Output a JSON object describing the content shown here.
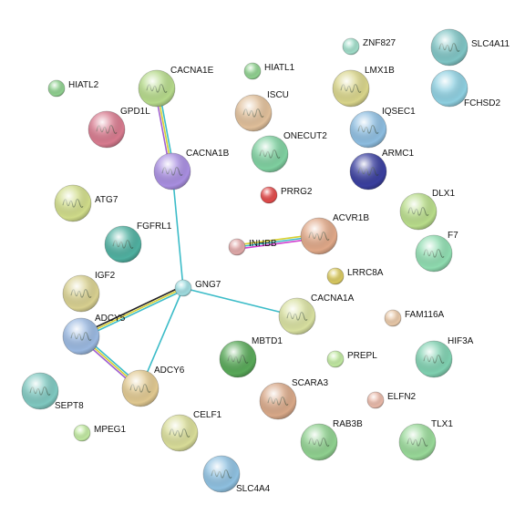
{
  "nodes": [
    {
      "id": "HIATL2",
      "label": "HIATL2",
      "color": "#8fd08f",
      "size": "small"
    },
    {
      "id": "CACNA1E",
      "label": "CACNA1E",
      "color": "#b5d98a",
      "size": "large",
      "has_structure": true
    },
    {
      "id": "HIATL1",
      "label": "HIATL1",
      "color": "#8fd08f",
      "size": "small"
    },
    {
      "id": "ZNF827",
      "label": "ZNF827",
      "color": "#9fdcc8",
      "size": "small"
    },
    {
      "id": "SLC4A11",
      "label": "SLC4A11",
      "color": "#7fc4c4",
      "size": "large",
      "has_structure": true
    },
    {
      "id": "LMX1B",
      "label": "LMX1B",
      "color": "#d8d48a",
      "size": "large",
      "has_structure": true
    },
    {
      "id": "FCHSD2",
      "label": "FCHSD2",
      "color": "#8ecfe0",
      "size": "large"
    },
    {
      "id": "GPD1L",
      "label": "GPD1L",
      "color": "#d77a8e",
      "size": "large",
      "has_structure": true
    },
    {
      "id": "ISCU",
      "label": "ISCU",
      "color": "#e0bf9a",
      "size": "large",
      "has_structure": true
    },
    {
      "id": "IQSEC1",
      "label": "IQSEC1",
      "color": "#8dbde0",
      "size": "large",
      "has_structure": true
    },
    {
      "id": "CACNA1B",
      "label": "CACNA1B",
      "color": "#a88ee0",
      "size": "large",
      "has_structure": true
    },
    {
      "id": "ONECUT2",
      "label": "ONECUT2",
      "color": "#7fd0a0",
      "size": "large",
      "has_structure": true
    },
    {
      "id": "ARMC1",
      "label": "ARMC1",
      "color": "#3a3f9e",
      "size": "large",
      "has_structure": true
    },
    {
      "id": "PRRG2",
      "label": "PRRG2",
      "color": "#e04a4a",
      "size": "small"
    },
    {
      "id": "ATG7",
      "label": "ATG7",
      "color": "#d0dc8a",
      "size": "large",
      "has_structure": true
    },
    {
      "id": "DLX1",
      "label": "DLX1",
      "color": "#b8dc8a",
      "size": "large",
      "has_structure": true
    },
    {
      "id": "FGFRL1",
      "label": "FGFRL1",
      "color": "#4fb0a0",
      "size": "large",
      "has_structure": true
    },
    {
      "id": "INHBB",
      "label": "INHBB",
      "color": "#e0a8a8",
      "size": "small"
    },
    {
      "id": "ACVR1B",
      "label": "ACVR1B",
      "color": "#e0a888",
      "size": "large",
      "has_structure": true
    },
    {
      "id": "F7",
      "label": "F7",
      "color": "#8fdcb0",
      "size": "large",
      "has_structure": true
    },
    {
      "id": "LRRC8A",
      "label": "LRRC8A",
      "color": "#d8c860",
      "size": "small"
    },
    {
      "id": "IGF2",
      "label": "IGF2",
      "color": "#d8d090",
      "size": "large",
      "has_structure": true
    },
    {
      "id": "GNG7",
      "label": "GNG7",
      "color": "#9fdce0",
      "size": "small"
    },
    {
      "id": "CACNA1A",
      "label": "CACNA1A",
      "color": "#d8e0a0",
      "size": "large",
      "has_structure": true
    },
    {
      "id": "FAM116A",
      "label": "FAM116A",
      "color": "#e8c8a8",
      "size": "small"
    },
    {
      "id": "ADCY5",
      "label": "ADCY5",
      "color": "#9ab8e0",
      "size": "large",
      "has_structure": true
    },
    {
      "id": "MBTD1",
      "label": "MBTD1",
      "color": "#58a858",
      "size": "large",
      "has_structure": true
    },
    {
      "id": "PREPL",
      "label": "PREPL",
      "color": "#c0e8a0",
      "size": "small"
    },
    {
      "id": "HIF3A",
      "label": "HIF3A",
      "color": "#7fd0b0",
      "size": "large",
      "has_structure": true
    },
    {
      "id": "SEPT8",
      "label": "SEPT8",
      "color": "#7fc8c0",
      "size": "large",
      "has_structure": true
    },
    {
      "id": "ADCY6",
      "label": "ADCY6",
      "color": "#e0c890",
      "size": "large",
      "has_structure": true
    },
    {
      "id": "SCARA3",
      "label": "SCARA3",
      "color": "#d8a888",
      "size": "large",
      "has_structure": true
    },
    {
      "id": "ELFN2",
      "label": "ELFN2",
      "color": "#e8b8a8",
      "size": "small"
    },
    {
      "id": "MPEG1",
      "label": "MPEG1",
      "color": "#c0e8a0",
      "size": "small"
    },
    {
      "id": "CELF1",
      "label": "CELF1",
      "color": "#d8dc98",
      "size": "large",
      "has_structure": true
    },
    {
      "id": "RAB3B",
      "label": "RAB3B",
      "color": "#8fd08f",
      "size": "large",
      "has_structure": true
    },
    {
      "id": "TLX1",
      "label": "TLX1",
      "color": "#98d898",
      "size": "large",
      "has_structure": true
    },
    {
      "id": "SLC4A4",
      "label": "SLC4A4",
      "color": "#8ec0e0",
      "size": "large",
      "has_structure": true
    }
  ],
  "edges": [
    {
      "source": "CACNA1E",
      "target": "CACNA1B",
      "colors": [
        "#3cbcc8",
        "#d8d030",
        "#a060d0"
      ]
    },
    {
      "source": "CACNA1B",
      "target": "GNG7",
      "colors": [
        "#3cbcc8"
      ]
    },
    {
      "source": "INHBB",
      "target": "ACVR1B",
      "colors": [
        "#d8d030",
        "#3cbcc8",
        "#d040d0"
      ]
    },
    {
      "source": "GNG7",
      "target": "ADCY5",
      "colors": [
        "#3cbcc8",
        "#d8d030",
        "#222222"
      ]
    },
    {
      "source": "GNG7",
      "target": "ADCY6",
      "colors": [
        "#3cbcc8"
      ]
    },
    {
      "source": "GNG7",
      "target": "CACNA1A",
      "colors": [
        "#3cbcc8"
      ]
    },
    {
      "source": "ADCY5",
      "target": "ADCY6",
      "colors": [
        "#3cbcc8",
        "#d8d030",
        "#a060d0"
      ]
    }
  ]
}
